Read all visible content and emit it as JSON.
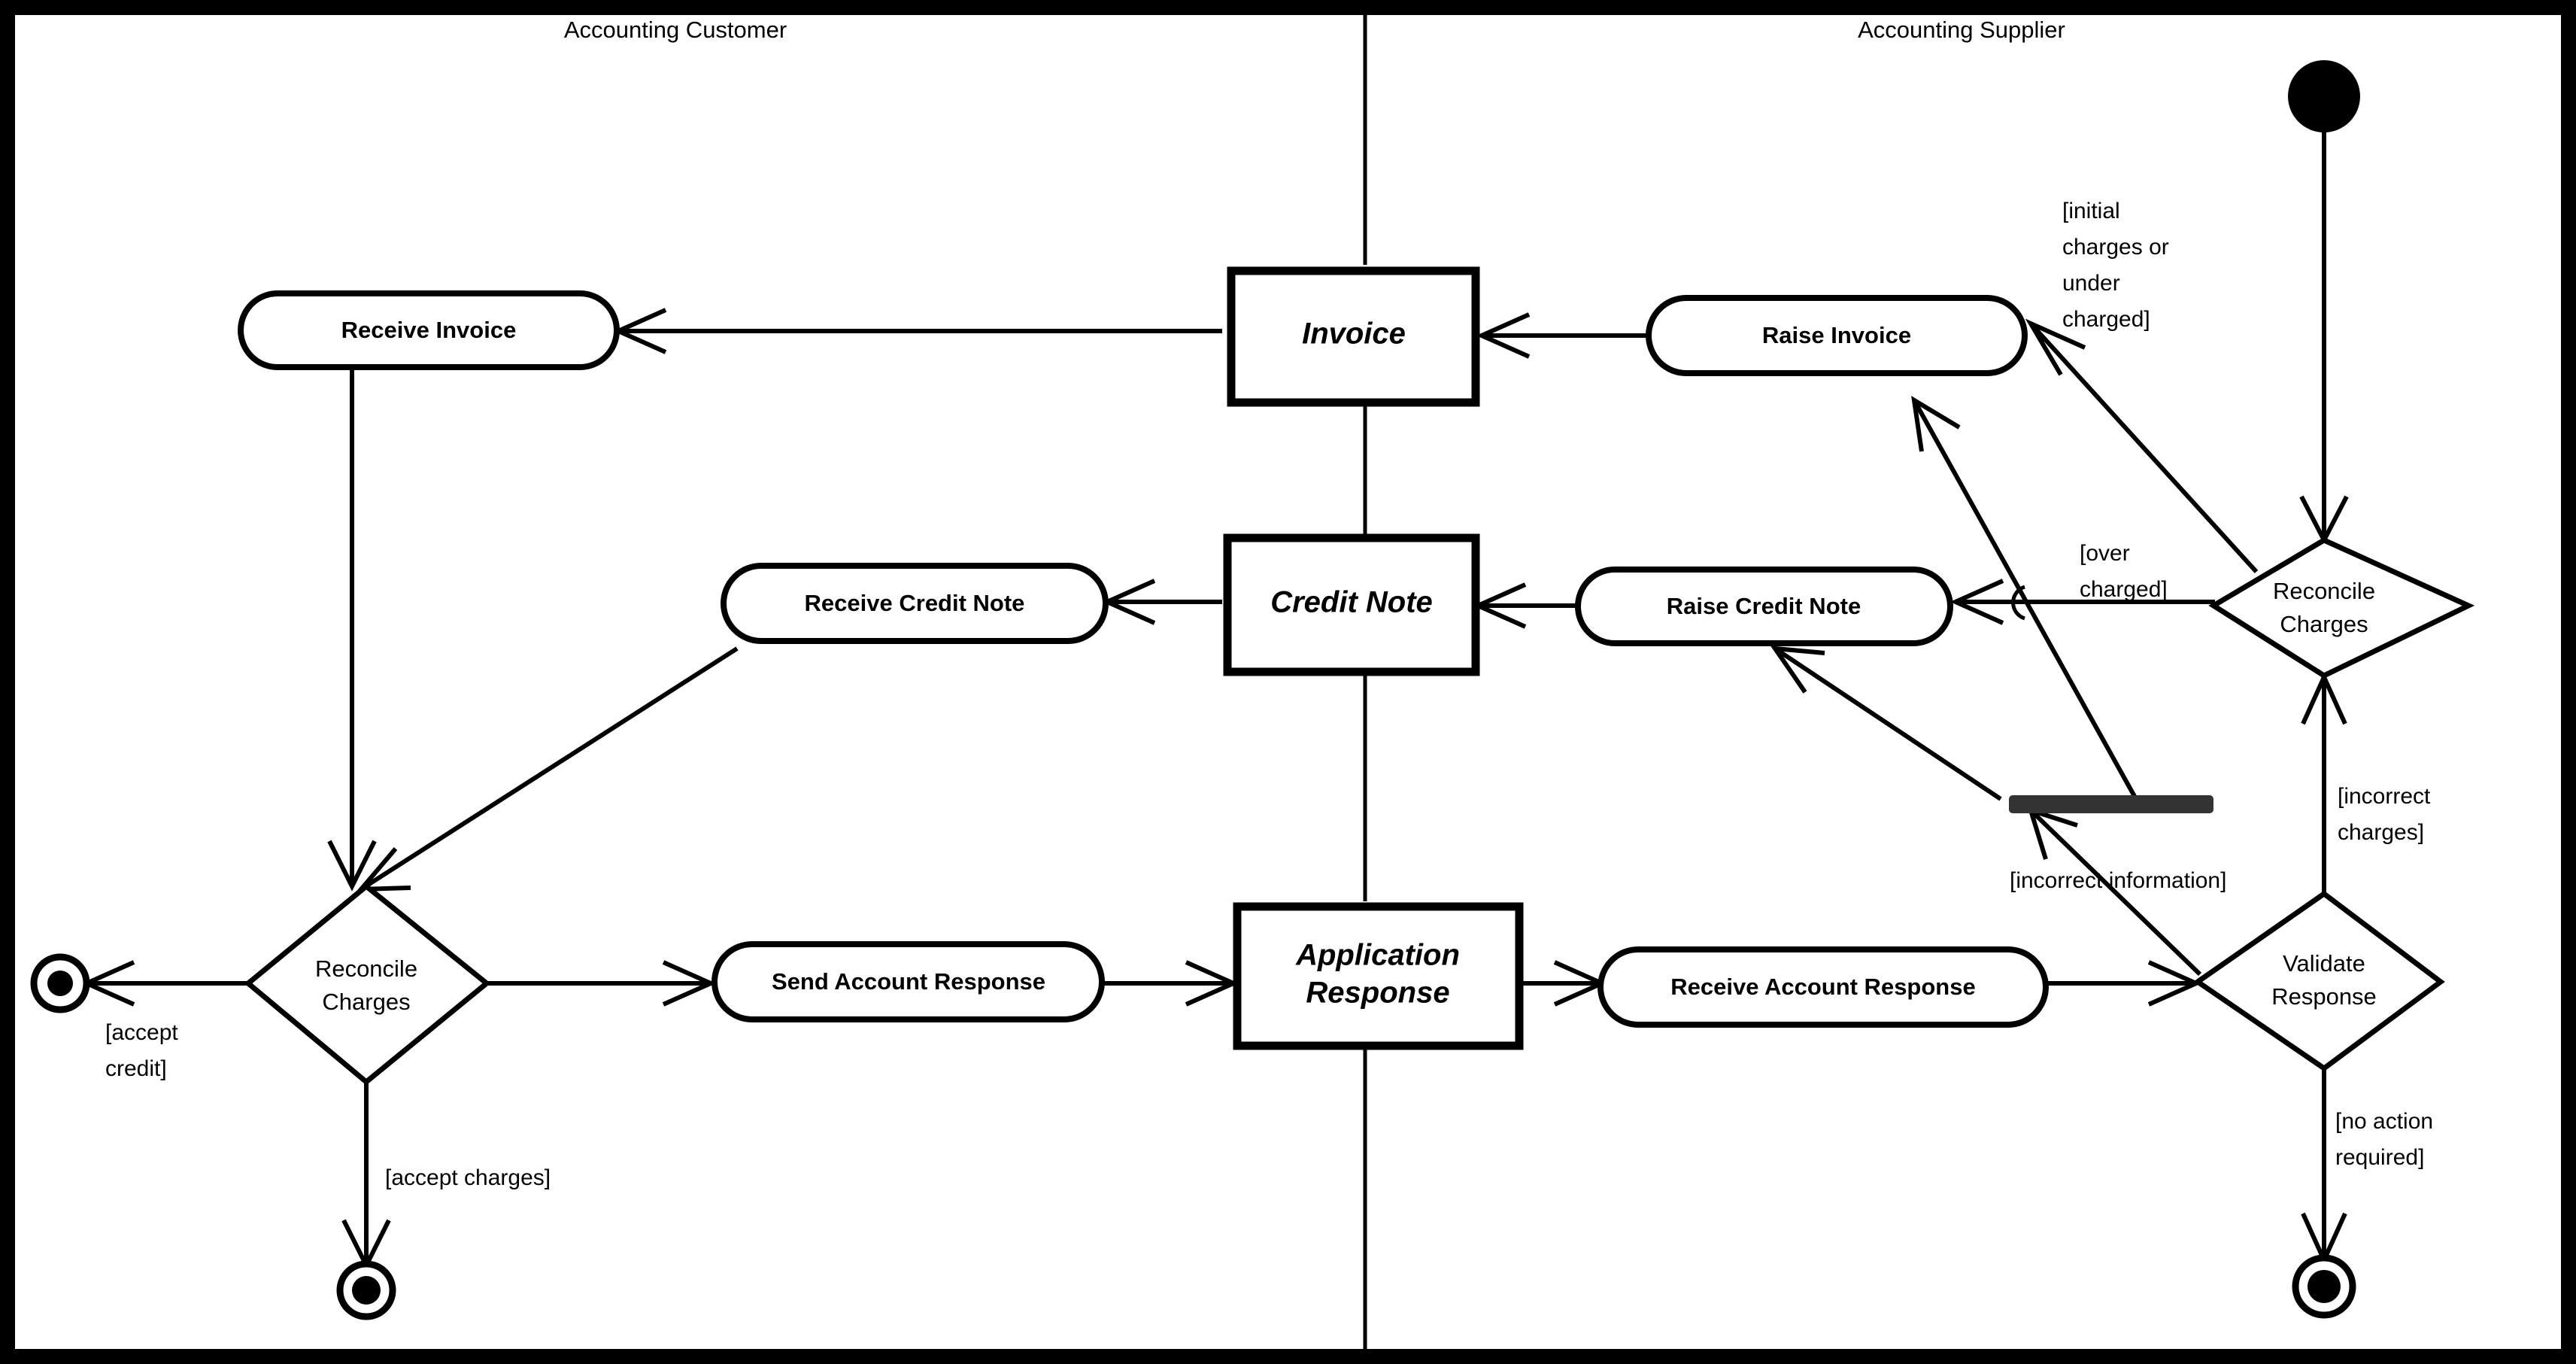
{
  "diagram": {
    "type": "uml-activity-diagram",
    "lanes": [
      {
        "id": "customer",
        "title": "Accounting Customer"
      },
      {
        "id": "supplier",
        "title": "Accounting Supplier"
      }
    ],
    "actions": [
      {
        "id": "receive-invoice",
        "label": "Receive Invoice"
      },
      {
        "id": "receive-credit-note",
        "label": "Receive Credit Note"
      },
      {
        "id": "send-account-response",
        "label": "Send Account Response"
      },
      {
        "id": "raise-invoice",
        "label": "Raise Invoice"
      },
      {
        "id": "raise-credit-note",
        "label": "Raise Credit Note"
      },
      {
        "id": "receive-account-response",
        "label": "Receive Account Response"
      }
    ],
    "objects": [
      {
        "id": "invoice",
        "label": "Invoice"
      },
      {
        "id": "credit-note",
        "label": "Credit Note"
      },
      {
        "id": "application-response",
        "line1": "Application",
        "line2": "Response"
      }
    ],
    "decisions": [
      {
        "id": "reconcile-charges-customer",
        "line1": "Reconcile",
        "line2": "Charges"
      },
      {
        "id": "reconcile-charges-supplier",
        "line1": "Reconcile",
        "line2": "Charges"
      },
      {
        "id": "validate-response",
        "line1": "Validate",
        "line2": "Response"
      }
    ],
    "guards": [
      {
        "id": "initial-charges",
        "lines": [
          "[initial",
          "charges or",
          "under",
          "charged]"
        ]
      },
      {
        "id": "over-charged",
        "lines": [
          "[over",
          "charged]"
        ]
      },
      {
        "id": "incorrect-charges",
        "lines": [
          "[incorrect",
          "charges]"
        ]
      },
      {
        "id": "incorrect-information",
        "lines": [
          "[incorrect information]"
        ]
      },
      {
        "id": "no-action-required",
        "lines": [
          "[no action",
          "required]"
        ]
      },
      {
        "id": "accept-credit",
        "lines": [
          "[accept",
          "credit]"
        ]
      },
      {
        "id": "accept-charges",
        "lines": [
          "[accept charges]"
        ]
      }
    ],
    "nodes": [
      {
        "id": "initial-node",
        "kind": "initial"
      },
      {
        "id": "final-node-accept-credit",
        "kind": "final"
      },
      {
        "id": "final-node-accept-charges",
        "kind": "final"
      },
      {
        "id": "final-node-no-action",
        "kind": "final"
      }
    ],
    "fork": {
      "id": "join-fork-bar",
      "kind": "fork-join-bar"
    },
    "colors": {
      "stroke": "#000000",
      "background": "#ffffff",
      "fork_bar": "#333333"
    }
  }
}
